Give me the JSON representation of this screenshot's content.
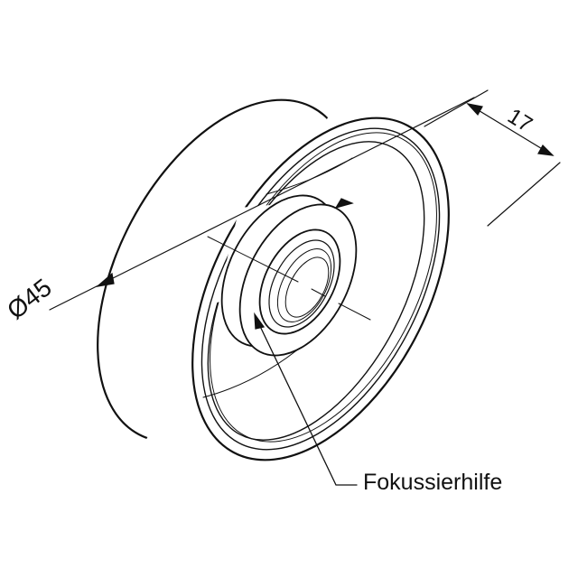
{
  "dimensions": {
    "diameter_label": "Ø45",
    "width_label": "17"
  },
  "callout": {
    "label": "Fokussierhilfe"
  }
}
